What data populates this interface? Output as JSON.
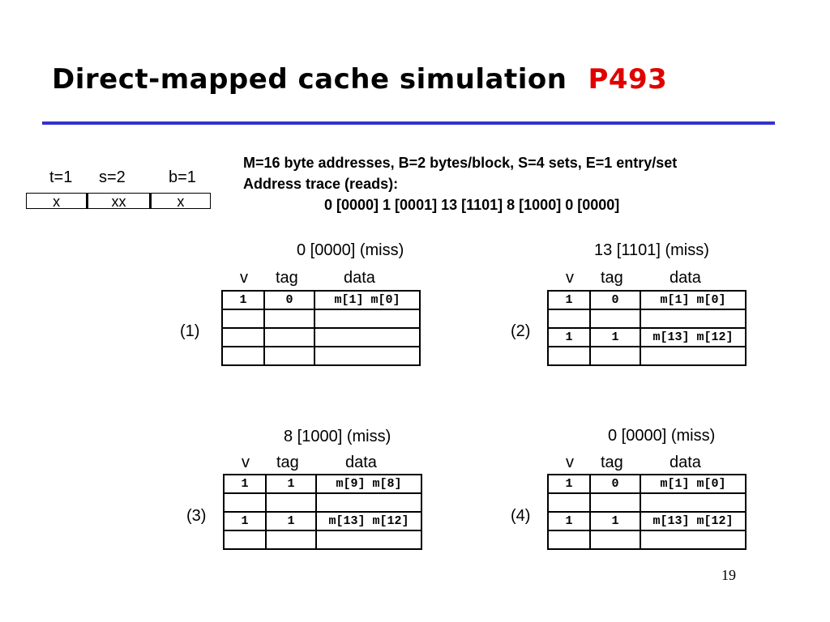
{
  "title": {
    "text": "Direct-mapped cache simulation",
    "ref": "P493"
  },
  "params": {
    "line1": "M=16 byte addresses, B=2 bytes/block, S=4 sets, E=1 entry/set",
    "line2": "Address trace (reads):",
    "line3": "0 [0000] 1 [0001] 13 [1101] 8 [1000] 0 [0000]"
  },
  "address_format": {
    "labels": [
      "t=1",
      "s=2",
      "b=1"
    ],
    "fields": [
      "x",
      "xx",
      "x"
    ]
  },
  "column_headers": [
    "v",
    "tag",
    "data"
  ],
  "panels": [
    {
      "step": "(1)",
      "caption": "0 [0000] (miss)",
      "rows": [
        [
          "1",
          "0",
          "m[1] m[0]"
        ],
        [
          "",
          "",
          ""
        ],
        [
          "",
          "",
          ""
        ],
        [
          "",
          "",
          ""
        ]
      ]
    },
    {
      "step": "(2)",
      "caption": "13 [1101] (miss)",
      "rows": [
        [
          "1",
          "0",
          "m[1] m[0]"
        ],
        [
          "",
          "",
          ""
        ],
        [
          "1",
          "1",
          "m[13] m[12]"
        ],
        [
          "",
          "",
          ""
        ]
      ]
    },
    {
      "step": "(3)",
      "caption": "8 [1000] (miss)",
      "rows": [
        [
          "1",
          "1",
          "m[9] m[8]"
        ],
        [
          "",
          "",
          ""
        ],
        [
          "1",
          "1",
          "m[13] m[12]"
        ],
        [
          "",
          "",
          ""
        ]
      ]
    },
    {
      "step": "(4)",
      "caption": "0 [0000] (miss)",
      "rows": [
        [
          "1",
          "0",
          "m[1] m[0]"
        ],
        [
          "",
          "",
          ""
        ],
        [
          "1",
          "1",
          "m[13] m[12]"
        ],
        [
          "",
          "",
          ""
        ]
      ]
    }
  ],
  "page_number": "19"
}
